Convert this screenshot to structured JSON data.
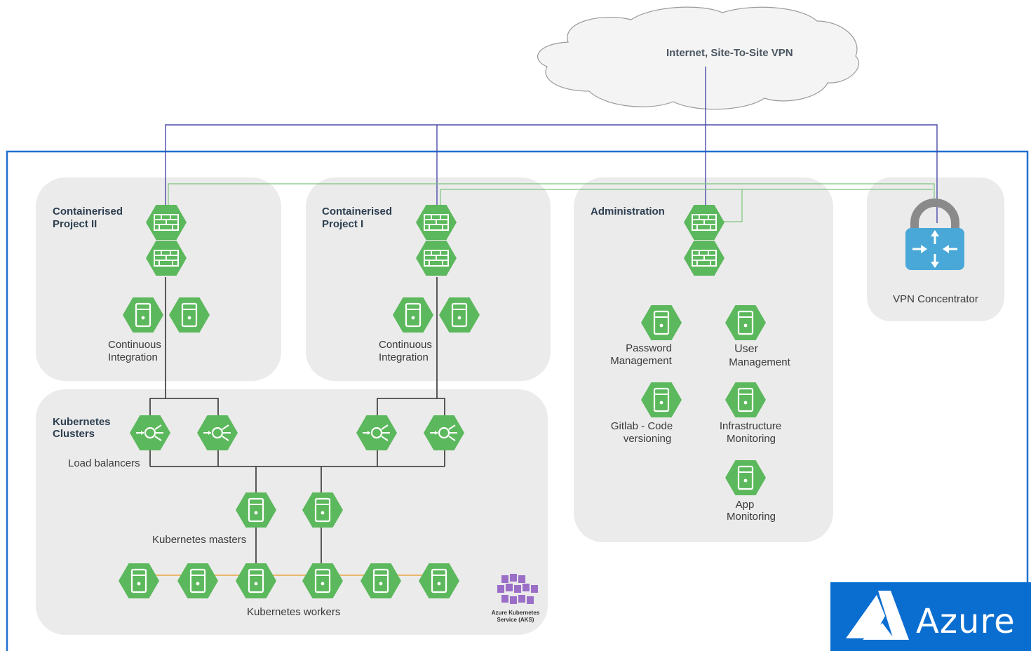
{
  "cloud": {
    "label": "Internet, Site-To-Site VPN"
  },
  "groups": {
    "project2": {
      "title_l1": "Containerised",
      "title_l2": "Project II",
      "ci_l1": "Continuous",
      "ci_l2": "Integration"
    },
    "project1": {
      "title_l1": "Containerised",
      "title_l2": "Project I",
      "ci_l1": "Continuous",
      "ci_l2": "Integration"
    },
    "admin": {
      "title": "Administration",
      "password_l1": "Password",
      "password_l2": "Management",
      "user_l1": "User",
      "user_l2": "Management",
      "gitlab_l1": "Gitlab - Code",
      "gitlab_l2": "versioning",
      "infra_l1": "Infrastructure",
      "infra_l2": "Monitoring",
      "app_l1": "App",
      "app_l2": "Monitoring"
    },
    "vpn": {
      "label": "VPN Concentrator"
    },
    "k8s": {
      "title_l1": "Kubernetes",
      "title_l2": "Clusters",
      "load_balancers": "Load balancers",
      "masters": "Kubernetes masters",
      "workers": "Kubernetes workers",
      "aks_l1": "Azure Kubernetes",
      "aks_l2": "Service (AKS)"
    }
  },
  "brand": {
    "name": "Azure",
    "color": "#0a6ed1"
  },
  "colors": {
    "node_green": "#5cb85c",
    "frame_blue": "#1f6fd1",
    "link_purple": "#4b4aa8",
    "link_green": "#7cc47c",
    "worker_link": "#e8b96a",
    "panel": "#ebebeb"
  }
}
